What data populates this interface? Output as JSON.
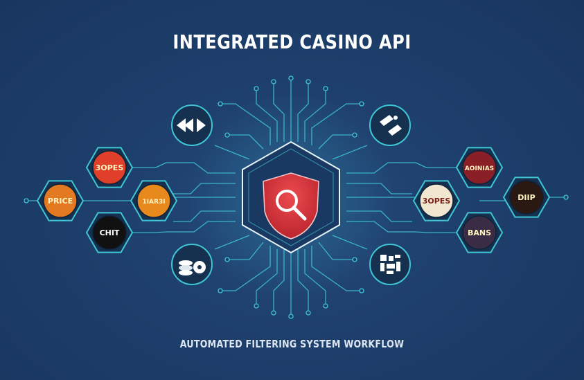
{
  "title": "INTEGRATED CASINO API",
  "subtitle": "AUTOMATED FILTERING SYSTEM WORKFLOW",
  "colors": {
    "background": "#1d3d6a",
    "circuit": "#3fc7d6",
    "shield": "#d8343a",
    "node_fill": "#16304f"
  },
  "center": {
    "icon": "shield-magnifier-icon"
  },
  "icons": {
    "top_left": "fast-forward-rewind-icon",
    "top_right": "tag-arrows-icon",
    "bottom_left": "chips-film-reel-icon",
    "bottom_right": "grid-blocks-icon"
  },
  "providers_left": [
    {
      "label": "3OPES",
      "color": "#e0402a"
    },
    {
      "label": "PRICE",
      "color": "#e37a22"
    },
    {
      "label": "1IAR3I",
      "color": "#e8891e"
    },
    {
      "label": "CHIT",
      "color": "#111111"
    }
  ],
  "providers_right": [
    {
      "label": "AOINIAS",
      "color": "#8a1f28"
    },
    {
      "label": "3OPES",
      "color": "#f1e6cf"
    },
    {
      "label": "DIIP",
      "color": "#2a1812"
    },
    {
      "label": "BANS",
      "color": "#3a2c45"
    }
  ]
}
